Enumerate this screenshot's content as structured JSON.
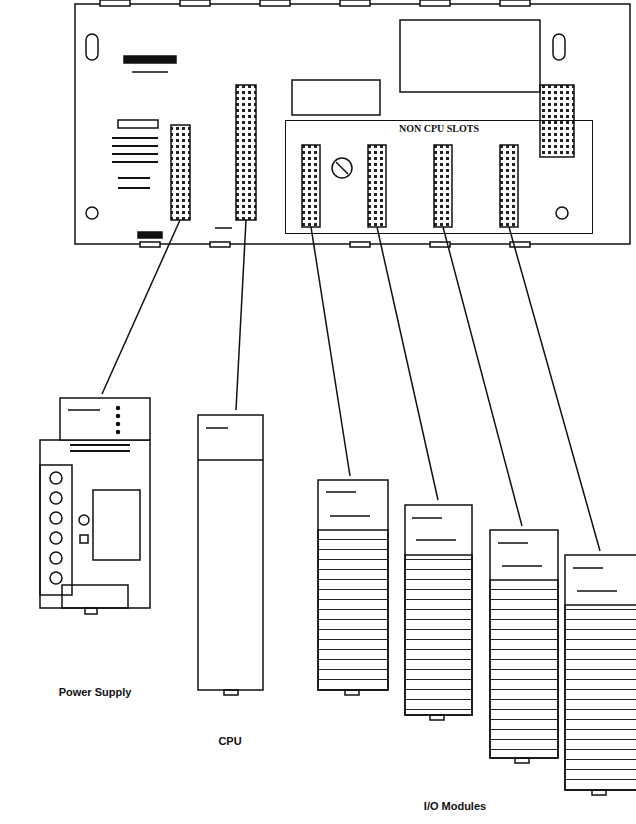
{
  "diagram": {
    "nodes": [
      {
        "text": [
          "NON CPU SLOTS"
        ]
      },
      {
        "text": [
          "Power Supply"
        ]
      },
      {
        "text": [
          "CPU"
        ]
      }
    ],
    "labels": [
      "I/O Modules"
    ]
  }
}
